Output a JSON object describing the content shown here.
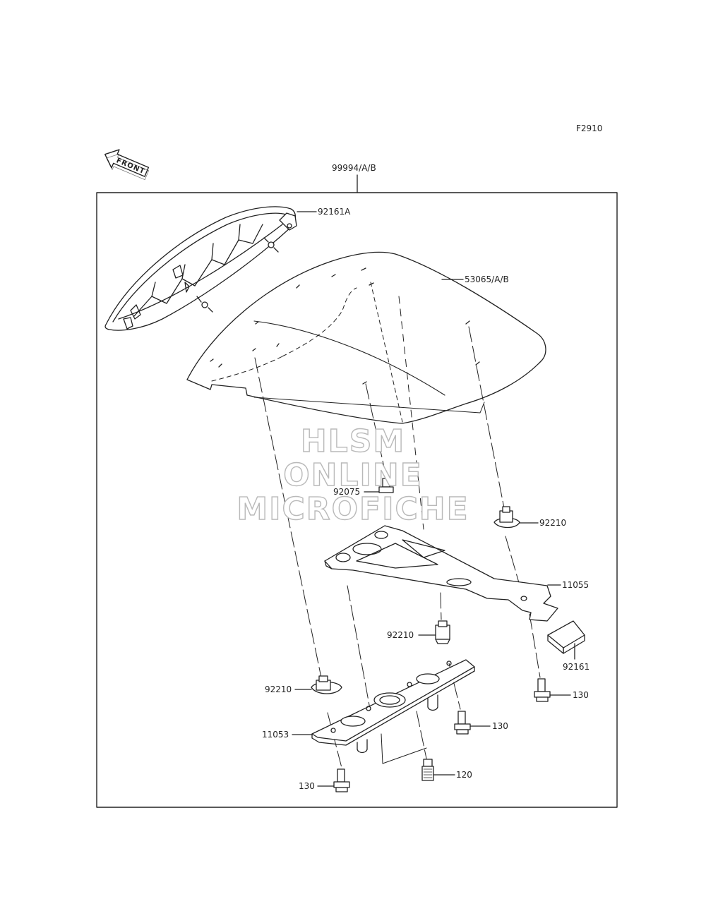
{
  "figure_code": "F2910",
  "front_arrow_label": "FRONT",
  "assembly_label": "99994/A/B",
  "watermark": {
    "line1": "HLSM",
    "line2": "ONLINE",
    "line3": "MICROFICHE"
  },
  "callouts": {
    "seat_cover_bracket": "92161A",
    "seat_cowl": "53065/A/B",
    "screw_92075": "92075",
    "nut_92210_top": "92210",
    "bracket_11055": "11055",
    "nut_92210_mid": "92210",
    "damper_92161": "92161",
    "bolt_130_right": "130",
    "nut_92210_left": "92210",
    "bolt_130_mid": "130",
    "bracket_11053": "11053",
    "bolt_120": "120",
    "bolt_130_bottom": "130"
  }
}
